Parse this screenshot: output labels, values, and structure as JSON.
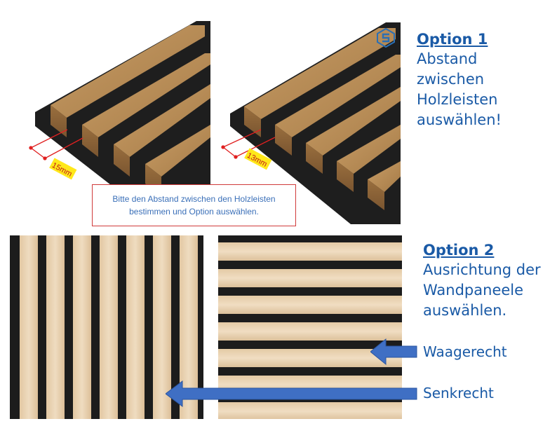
{
  "option1": {
    "title": "Option 1",
    "lines": [
      "Abstand",
      "zwischen",
      "Holzleisten",
      "auswählen!"
    ]
  },
  "option2": {
    "title": "Option 2",
    "lines": [
      "Ausrichtung der",
      "Wandpaneele",
      "auswählen."
    ]
  },
  "panels": {
    "left_dimension": "15mm",
    "right_dimension": "13mm"
  },
  "notice": {
    "line1": "Bitte den Abstand zwischen den Holzleisten",
    "line2": "bestimmen und Option auswählen."
  },
  "labels": {
    "horizontal": "Waagerecht",
    "vertical": "Senkrecht"
  },
  "colors": {
    "accent_blue": "#1a5aa6",
    "arrow_blue": "#3f6fc4",
    "dimension_red": "#e02020",
    "label_yellow": "#ffe81a",
    "felt": "#1c1c1c",
    "oak": "#b8905a",
    "light_oak": "#e9d2b2"
  },
  "icons": {
    "brand": "logo-icon",
    "arrow": "arrow-left-icon"
  }
}
